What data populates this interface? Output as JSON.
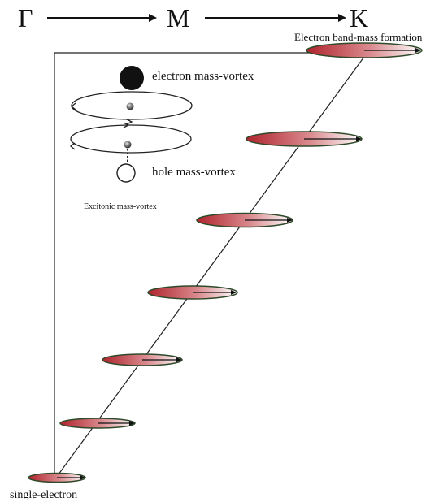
{
  "header": {
    "gamma": "Γ",
    "m": "M",
    "k": "K"
  },
  "labels": {
    "band_mass": "Electron band-mass formation",
    "electron_vortex": "electron mass-vortex",
    "hole_vortex": "hole mass-vortex",
    "excitonic": "Excitonic mass-vortex",
    "single_electron": "single-electron"
  },
  "colors": {
    "ellipse_start": "#b0242e",
    "ellipse_end": "#ffffff",
    "ellipse_stroke": "#2f4a2a",
    "line": "#222222"
  }
}
